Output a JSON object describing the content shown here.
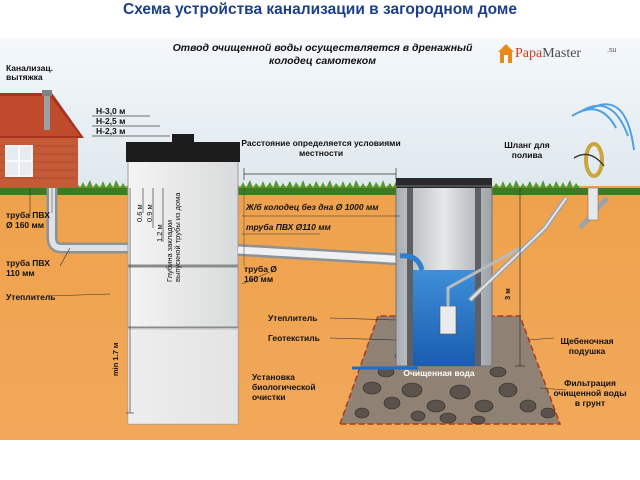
{
  "title": "Схема устройства канализации в загородном доме",
  "subtitle": "Отвод очищенной воды осуществляется в дренажный колодец самотеком",
  "logo": {
    "brand_a": "Papa",
    "brand_b": "Master",
    "suffix": ".su"
  },
  "labels": {
    "vent": "Канализац. вытяжка",
    "h30": "Н-3,0 м",
    "h25": "Н-2,5 м",
    "h23": "Н-2,3 м",
    "distance": "Расстояние определяется условиями местности",
    "hose": "Шланг для полива",
    "pvc160_left": "труба ПВХ Ø 160 мм",
    "pvc110_left": "труба ПВХ 110 мм",
    "insulation_left": "Утеплитель",
    "min17": "min 1.7 м",
    "d06": "0.6 м",
    "d09": "0.9 м",
    "d12": "1.2 м",
    "pipe_depth": "Глубина закладки выпускной трубы из дома",
    "well": "Ж/б колодец без дна Ø 1000 мм",
    "pvc110_mid": "труба ПВХ Ø110 мм",
    "pipe160_mid": "труба Ø 160 мм",
    "insulation_mid": "Утеплитель",
    "geotextile": "Геотекстиль",
    "bio_unit": "Установка биологической очистки",
    "three_m": "3 м",
    "gravel": "Щебеночная подушка",
    "clean_water": "Очищенная вода",
    "filtration": "Фильтрация очищенной воды в грунт"
  }
}
